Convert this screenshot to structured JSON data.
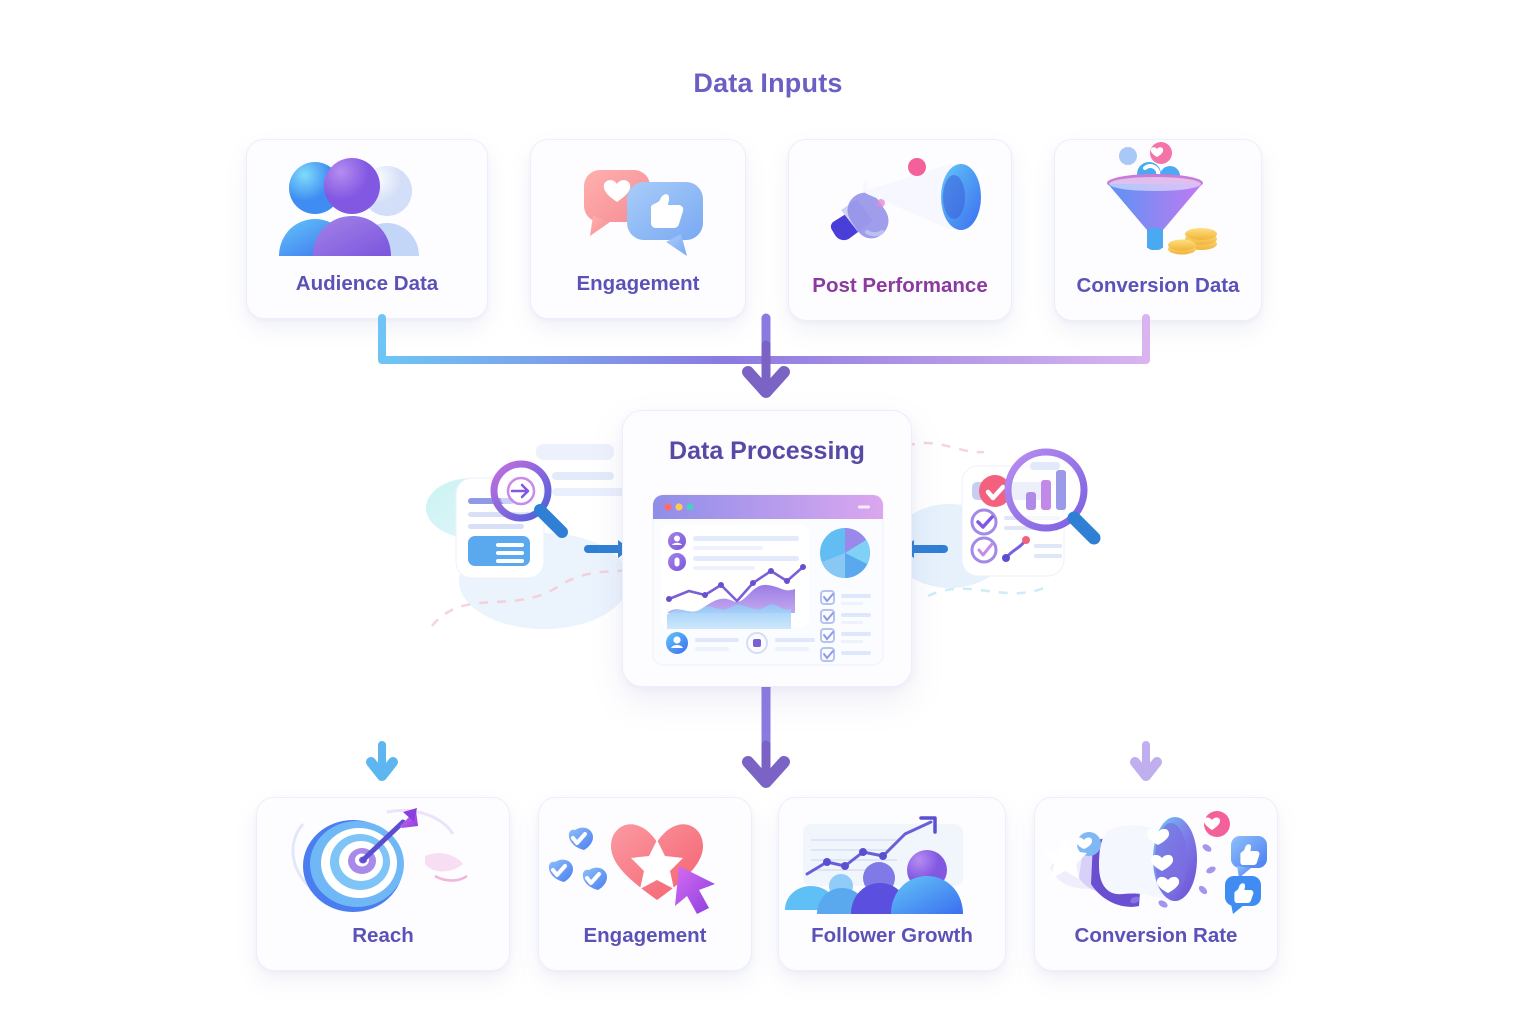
{
  "diagram": {
    "title": "Data Inputs",
    "title_color": "#6a60c4",
    "accent_color": "#8b3a9e",
    "label_color": "#5b52b8",
    "background": "#ffffff"
  },
  "inputs": [
    {
      "label": "Audience Data",
      "icon": "people-group-icon",
      "accent": false
    },
    {
      "label": "Engagement",
      "icon": "speech-bubbles-icon",
      "accent": false
    },
    {
      "label": "Post Performance",
      "icon": "megaphone-icon",
      "accent": true
    },
    {
      "label": "Conversion Data",
      "icon": "funnel-coins-icon",
      "accent": false
    }
  ],
  "processing": {
    "title": "Data Processing",
    "left_art": "document-magnifier-icon",
    "right_art": "checklist-barchart-magnifier-icon",
    "dashboard": {
      "window_dots": [
        "#ff6b6b",
        "#ffc857",
        "#4ecdc4"
      ],
      "chart_type": "area-line",
      "pie_segments": 5,
      "checklist_rows": 4,
      "text_rows": 2
    }
  },
  "outputs": [
    {
      "label": "Reach",
      "icon": "target-arrow-icon"
    },
    {
      "label": "Engagement",
      "icon": "heart-star-checks-icon"
    },
    {
      "label": "Follower Growth",
      "icon": "growth-chart-people-icon"
    },
    {
      "label": "Conversion Rate",
      "icon": "megaphone-reactions-icon"
    }
  ],
  "connectors": {
    "top": {
      "name": "inputs-to-processing",
      "gradient_from": "#6ec5f5",
      "gradient_mid": "#8b7ae0",
      "gradient_to": "#d9a9ec",
      "arrow_color": "#7a63c4"
    },
    "bottom": {
      "name": "processing-to-outputs",
      "gradient_from": "#6ec5f5",
      "gradient_mid": "#8b7ae0",
      "gradient_to": "#d9b4ef",
      "arrow_left": "#5eb6f0",
      "arrow_center": "#7a63c4",
      "arrow_right": "#c0aeef"
    },
    "side_left_arrow": "#2f7fd4",
    "side_right_arrow": "#2f7fd4"
  }
}
